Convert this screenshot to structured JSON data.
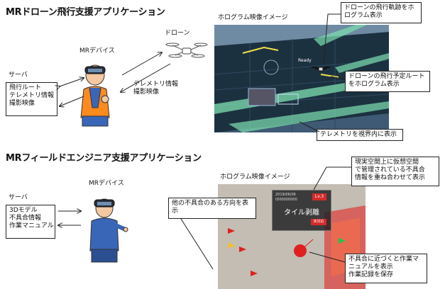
{
  "section1": {
    "title": "MRドローン飛行支援アプリケーション",
    "drone_label": "ドローン",
    "mr_device_label": "MRデバイス",
    "server_label": "サーバ",
    "server_items": [
      "飛行ルート",
      "テレメトリ情報",
      "撮影映像"
    ],
    "drone_to_device": [
      "テレメトリ情報",
      "撮影映像"
    ],
    "hologram_label": "ホログラム映像イメージ",
    "callouts": {
      "trajectory": [
        "ドローンの飛行軌跡をホ",
        "ログラム表示"
      ],
      "planned_route": [
        "ドローンの飛行予定ルート",
        "をホログラム表示"
      ],
      "telemetry": [
        "テレメトリを視界内に表示"
      ]
    },
    "hud": {
      "ready": "Ready"
    }
  },
  "section2": {
    "title": "MRフィールドエンジニア支援アプリケーション",
    "mr_device_label": "MRデバイス",
    "server_label": "サーバ",
    "server_items": [
      "3Dモデル",
      "不具合情報",
      "作業マニュアル"
    ],
    "hologram_label": "ホログラム映像イメージ",
    "callouts": {
      "overlay": [
        "現実空間上に仮想空間",
        "で管理されている不具合",
        "情報を重ね合わせて表示"
      ],
      "direction": [
        "他の不具合のある方向を表",
        "示"
      ],
      "approach": [
        "不具合に近づくと作業マ",
        "ニュアルを表示",
        "作業記録を保存"
      ]
    },
    "card": {
      "date": "2019/06/06",
      "id": "ID00000000",
      "level": "Lv.3",
      "title": "タイル剥離",
      "status": "未対応"
    }
  },
  "colors": {
    "route_green": "#7de0b0",
    "trajectory_yellow": "#f2e24a",
    "building_dark": "#1c3140",
    "marker_red": "#e02020",
    "level_red": "#d42a2a",
    "box_border": "#222222"
  }
}
